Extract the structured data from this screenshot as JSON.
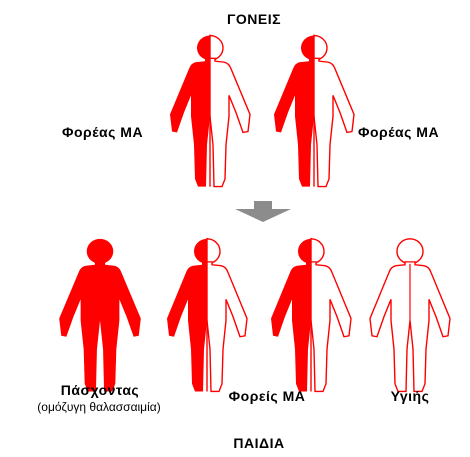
{
  "parents_heading": "ΓΟΝΕΙΣ",
  "children_heading": "ΠΑΙΔΙΑ",
  "parents": [
    {
      "label": "Φορέας ΜΑ",
      "type": "carrier"
    },
    {
      "label": "Φορέας ΜΑ",
      "type": "carrier"
    }
  ],
  "children": [
    {
      "label": "Πάσχοντας",
      "sublabel": "(ομόζυγη θαλασσαιμία)",
      "type": "affected"
    },
    {
      "label": "Φορείς ΜΑ",
      "type": "carrier"
    },
    {
      "label": "",
      "type": "carrier"
    },
    {
      "label": "Υγιής",
      "type": "healthy"
    }
  ],
  "colors": {
    "affected": "#ff0000",
    "outline": "#ff0000",
    "arrow": "#8c8c8c",
    "text": "#000000"
  },
  "icons": {
    "figure": "person-figure-icon",
    "arrow": "down-arrow-icon"
  }
}
